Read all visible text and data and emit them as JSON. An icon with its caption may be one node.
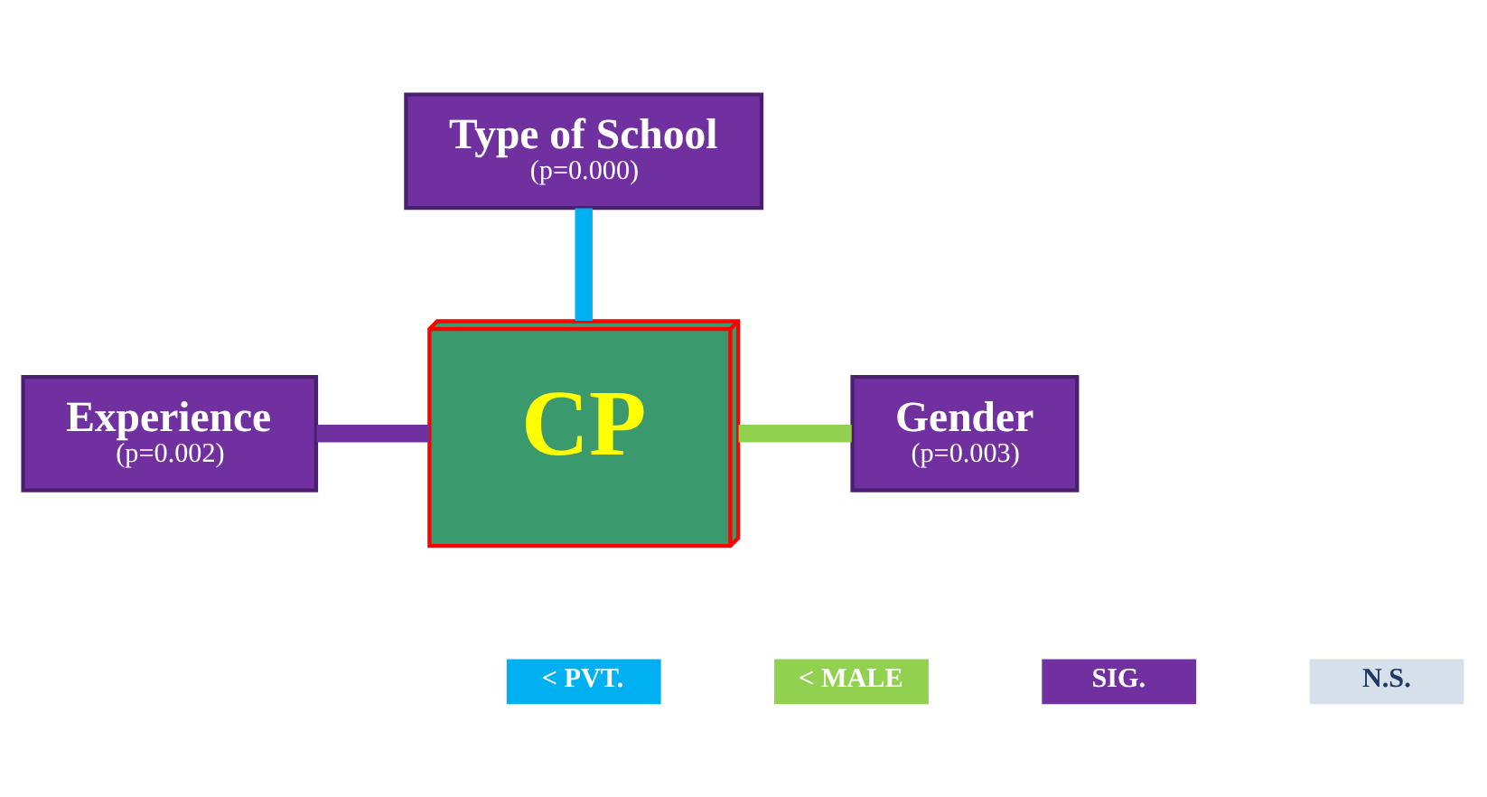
{
  "diagram": {
    "nodes": [
      {
        "text": [
          "Type of School",
          "(p=0.000)"
        ]
      },
      {
        "text": [
          "CP"
        ]
      },
      {
        "text": [
          "Experience",
          "(p=0.002)"
        ]
      },
      {
        "text": [
          "Gender",
          "(p=0.003)"
        ]
      }
    ],
    "edges": [
      {
        "from": 0,
        "to": 1,
        "arrow": "none",
        "color": "#00b0f0"
      },
      {
        "from": 2,
        "to": 1,
        "arrow": "none",
        "color": "#7030a0"
      },
      {
        "from": 1,
        "to": 3,
        "arrow": "none",
        "color": "#92d050"
      }
    ],
    "legend": [
      {
        "text": "< PVT.",
        "color": "#00b0f0"
      },
      {
        "text": "< MALE",
        "color": "#92d050"
      },
      {
        "text": "SIG.",
        "color": "#7030a0"
      },
      {
        "text": "N.S.",
        "color": "#d6e0ea"
      }
    ]
  }
}
